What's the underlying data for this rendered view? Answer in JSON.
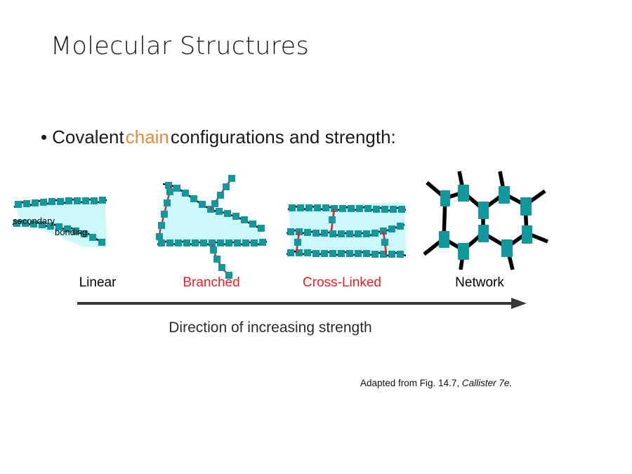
{
  "slide": {
    "title": "Molecular Structures",
    "background_color": "#ffffff"
  },
  "bullet": {
    "marker": "•",
    "text_before": "Covalent ",
    "accent_word": "chain",
    "text_after": " configurations and strength:",
    "accent_color": "#e28b3e"
  },
  "figure": {
    "structures": [
      {
        "id": "linear",
        "label": "Linear",
        "label_color": "#000000",
        "annotations": [
          "secondary",
          "bonding"
        ]
      },
      {
        "id": "branched",
        "label": "Branched",
        "label_color": "#ef1c25",
        "annotations": []
      },
      {
        "id": "cross-linked",
        "label": "Cross-Linked",
        "label_color": "#ef1c25",
        "annotations": []
      },
      {
        "id": "network",
        "label": "Network",
        "label_color": "#000000",
        "annotations": []
      }
    ],
    "annotation_secondary": "secondary",
    "annotation_bonding": "bonding",
    "colors": {
      "mer_unit": "#0f999e",
      "chain_bond": "#000000",
      "crosslink_bond": "#ee1c25",
      "region_fill": "#cdf8fa"
    }
  },
  "arrow": {
    "caption": "Direction of increasing strength",
    "color": "#3a3a3a",
    "direction": "right"
  },
  "attribution": {
    "prefix": "Adapted from Fig. 14.7, ",
    "source": "Callister 7e."
  }
}
